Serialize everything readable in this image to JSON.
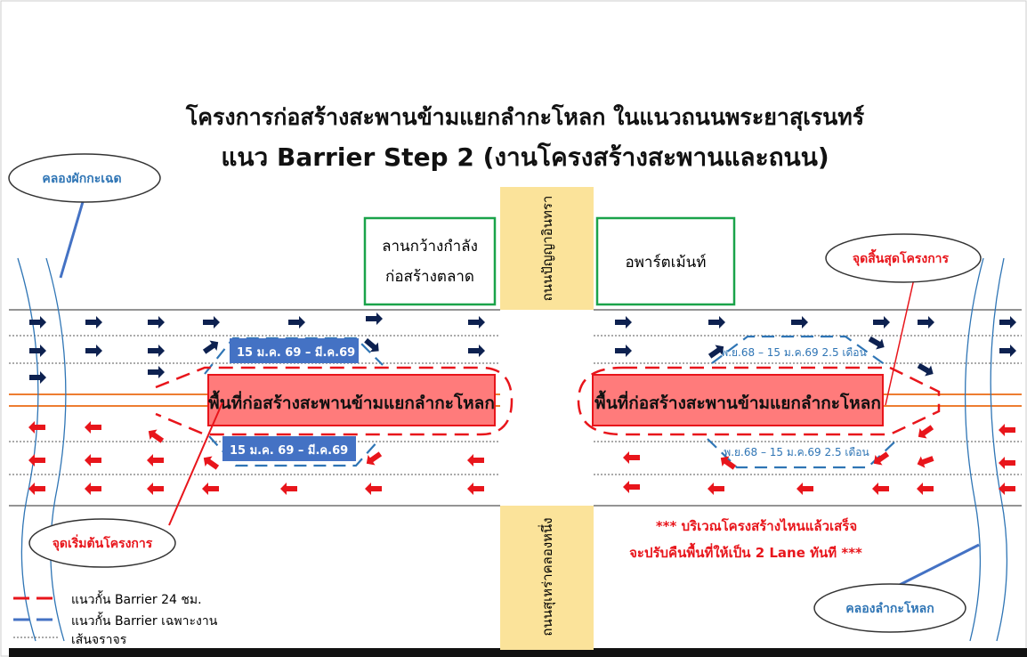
{
  "title": {
    "line1": "โครงการก่อสร้างสะพานข้ามแยกลำกะโหลก ในแนวถนนพระยาสุเรนทร์",
    "line2_prefix": "แนว ",
    "line2_bold": "Barrier Step 2",
    "line2_suffix": " (งานโครงสร้างสะพานและถนน)"
  },
  "clouds": {
    "top_left": "คลองผักกะเฉด",
    "top_right": "จุดสิ้นสุดโครงการ",
    "bottom_left": "จุดเริ่มต้นโครงการ",
    "bottom_right": "คลองลำกะโหลก"
  },
  "boxes": {
    "market_line1": "ลานกว้างกำลัง",
    "market_line2": "ก่อสร้างตลาด",
    "apartment": "อพาร์ตเม้นท์"
  },
  "streets": {
    "north": "ถนนปัญญาอินทรา",
    "south": "ถนนสุเหร่าคลองหนึ่ง"
  },
  "construction_area": {
    "left": "พื้นที่ก่อสร้างสะพานข้ามแยกลำกะโหลก",
    "right": "พื้นที่ก่อสร้างสะพานข้ามแยกลำกะโหลก"
  },
  "schedule": {
    "left_top": "15 ม.ค. 69 – มี.ค.69",
    "left_bottom": "15 ม.ค. 69 – มี.ค.69",
    "right_top": "พ.ย.68 – 15 ม.ค.69 2.5 เดือน",
    "right_bottom": "พ.ย.68 – 15 ม.ค.69 2.5 เดือน"
  },
  "note": {
    "line1": "*** บริเวณโครงสร้างไหนแล้วเสร็จ",
    "line2": "จะปรับคืนพื้นที่ให้เป็น 2 Lane ทันที ***"
  },
  "legend": {
    "red": "แนวกั้น Barrier 24 ชม.",
    "blue": "แนวกั้น Barrier เฉพาะงาน",
    "dotted": "เส้นจราจร"
  },
  "colors": {
    "red": "#e8151b",
    "navy": "#0d2150",
    "blue": "#2f75b5",
    "green": "#1aa34a",
    "yellow": "#fbe39a",
    "orange": "#ed7d31",
    "area": "#ff7b7b",
    "label": "#4472c4"
  }
}
